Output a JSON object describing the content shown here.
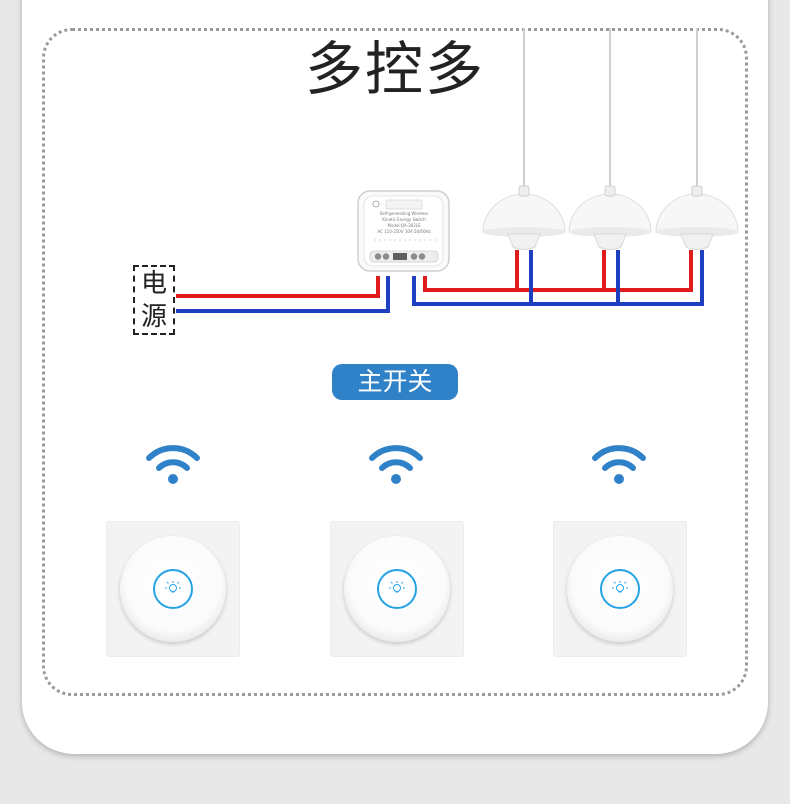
{
  "title": "多控多",
  "power_label": [
    "电",
    "源"
  ],
  "main_switch_label": "主开关",
  "controller": {
    "lines": [
      "Self-generating Wireless",
      "Kinetic Energy Switch",
      "Model:QA-302LE",
      "AC 110-250V 10A 50/60Hz"
    ]
  },
  "lamps": [
    "lamp-1",
    "lamp-2",
    "lamp-3"
  ],
  "switches": [
    "switch-1",
    "switch-2",
    "switch-3"
  ],
  "colors": {
    "live_wire": "#e01b1b",
    "neutral_wire": "#1e3fbf",
    "accent": "#2f82c8",
    "ring": "#25a2e6",
    "wifi": "#2f82c8"
  }
}
